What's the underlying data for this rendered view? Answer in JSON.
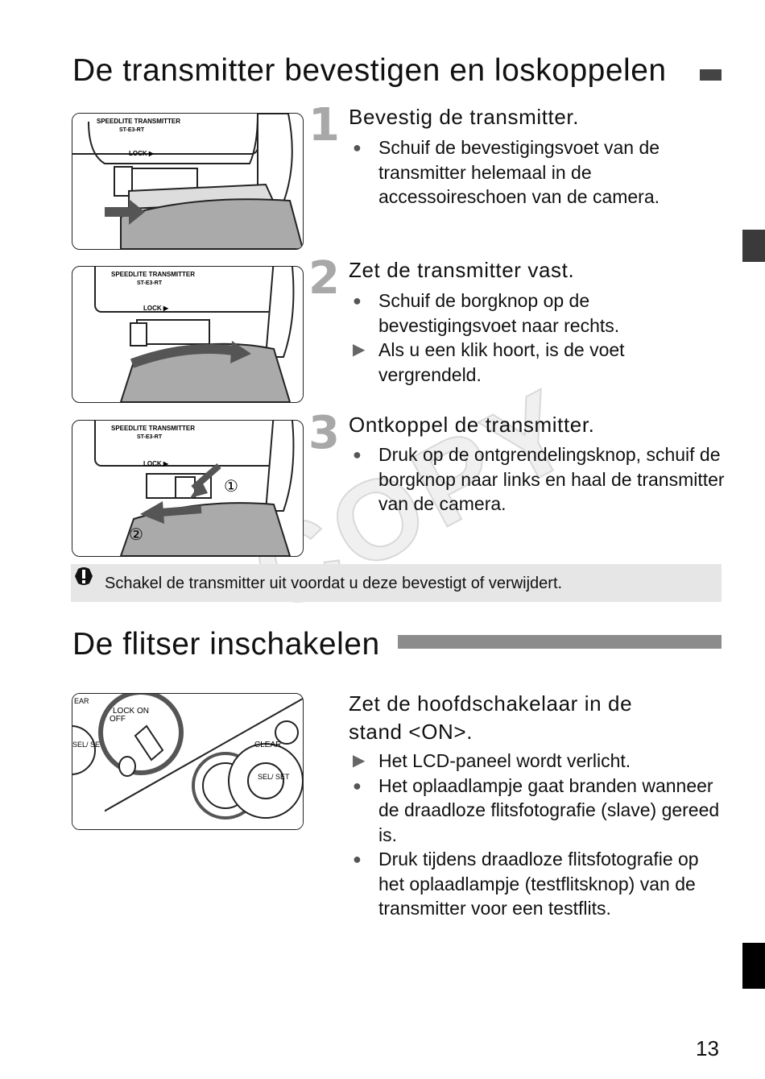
{
  "section1": {
    "title": "De transmitter bevestigen en loskoppelen",
    "steps": [
      {
        "num": "1",
        "title": "Bevestig de transmitter.",
        "items": [
          {
            "marker": "●",
            "text": "Schuif de bevestigingsvoet van de transmitter helemaal in de accessoireschoen van de camera."
          }
        ]
      },
      {
        "num": "2",
        "title": "Zet de transmitter vast.",
        "items": [
          {
            "marker": "●",
            "text": "Schuif de borgknop op de bevestigingsvoet naar rechts."
          },
          {
            "marker": "▶",
            "text": "Als u een klik hoort, is de voet vergrendeld."
          }
        ]
      },
      {
        "num": "3",
        "title": "Ontkoppel de transmitter.",
        "items": [
          {
            "marker": "●",
            "text": "Druk op de ontgrendelingsknop, schuif de borgknop naar links en haal de transmitter van de camera."
          }
        ]
      }
    ],
    "illustration_labels": {
      "product": "SPEEDLITE TRANSMITTER",
      "model": "ST-E3-RT",
      "lock": "LOCK ▶",
      "callout1": "①",
      "callout2": "②"
    },
    "caution": "Schakel de transmitter uit voordat u deze bevestigt of verwijdert."
  },
  "section2": {
    "title": "De flitser inschakelen",
    "step_title_line1": "Zet de hoofdschakelaar in de",
    "step_title_line2": "stand <ON>.",
    "items": [
      {
        "marker": "▶",
        "text": "Het LCD-paneel wordt verlicht."
      },
      {
        "marker": "●",
        "text": "Het oplaadlampje gaat branden wanneer de draadloze flitsfotografie (slave) gereed is."
      },
      {
        "marker": "●",
        "text": "Druk tijdens draadloze flitsfotografie op het oplaadlampje (testflitsknop) van de transmitter voor een testflits."
      }
    ],
    "illustration_labels": {
      "lock": "LOCK",
      "on": "ON",
      "off": "OFF",
      "clear": "CLEAR",
      "clear_left": "EAR",
      "sel_set": "SEL/ SET",
      "sel_set_left": "SEL/ SET"
    }
  },
  "watermark": "COPY",
  "page_number": "13",
  "colors": {
    "step_number": "#a8a8a8",
    "caution_bg": "#e6e6e6",
    "heading_bar": "#8c8c8c",
    "tab": "#3a3a3a"
  }
}
